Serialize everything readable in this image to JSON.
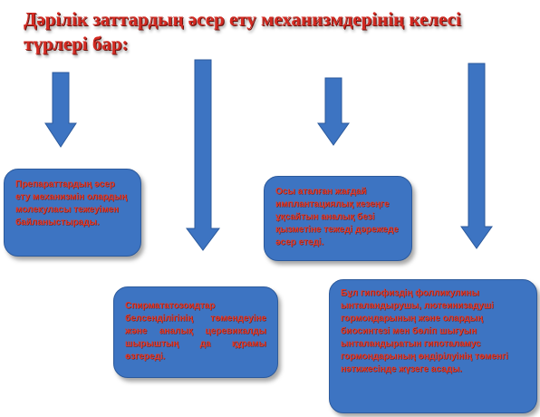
{
  "title": "Дәрілік заттардың әсер ету механизмдерінің келесі түрлері бар:",
  "boxes": {
    "box1": "Препараттардың әсер ету механизмін олардың молекуласы тежеуімен байланыстырады.",
    "box2": "Спирмататозоидтар белсенділігінің төмендеуіне және аналық церевикалды шырыштың да құрамы өзгереді.",
    "box3": "Осы аталған жағдай имплантациялық кезеңге ұқсайтын аналық безі қызметіне тежеді дәрежеде әсер етеді.",
    "box4": "Бұл гипофиздің фолликулины ынталандырушы, лютеинизадуші гормондарының және олардың биосинтезі мен бөліп шығуын ынталандыратын гипоталамус гормондарының өндірілуінің төменгі нәтижесінде жүзеге асады."
  },
  "colors": {
    "arrow_fill": "#3d74c2",
    "arrow_stroke": "#2c5a9c",
    "box_fill": "#3d74c2",
    "text": "#d42a22"
  }
}
